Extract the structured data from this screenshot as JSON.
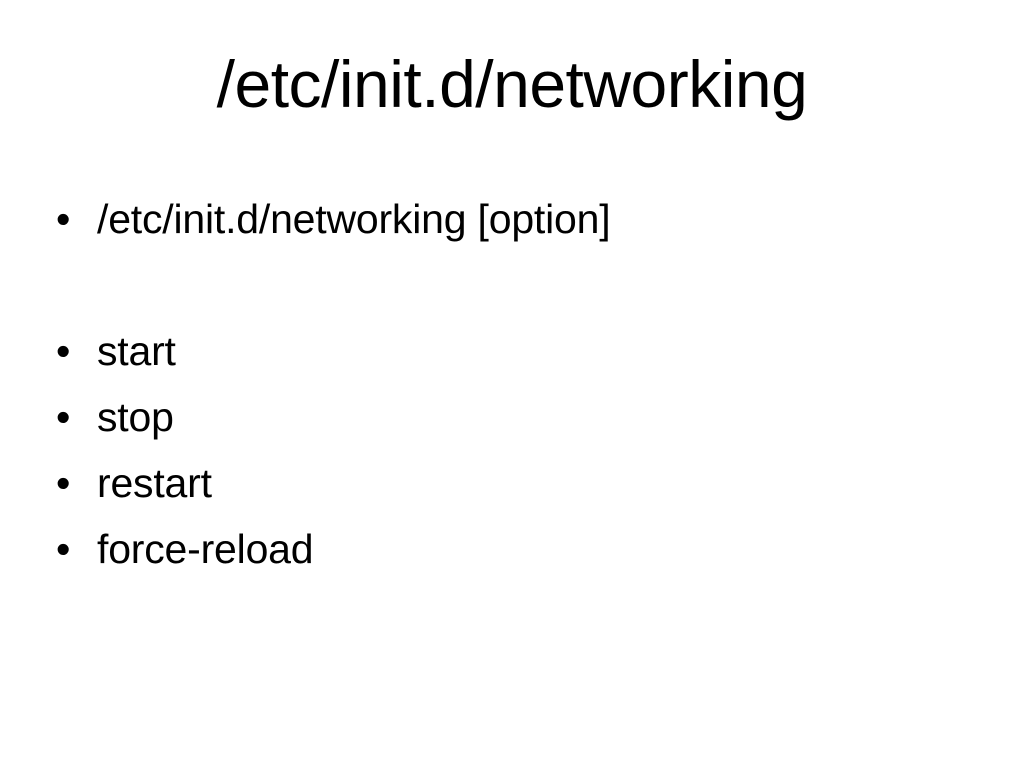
{
  "slide": {
    "title": "/etc/init.d/networking",
    "background_color": "#ffffff",
    "text_color": "#000000",
    "bullet_glyph": "•",
    "usage": {
      "bullet": "•",
      "text": "/etc/init.d/networking [option]"
    },
    "options": [
      {
        "bullet": "•",
        "text": "start"
      },
      {
        "bullet": "•",
        "text": "stop"
      },
      {
        "bullet": "•",
        "text": "restart"
      },
      {
        "bullet": "•",
        "text": "force-reload"
      }
    ]
  }
}
